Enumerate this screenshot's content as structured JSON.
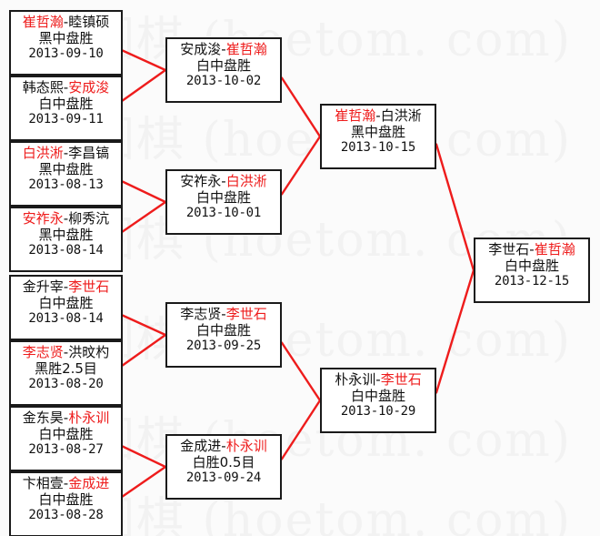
{
  "watermark": {
    "text": "围棋 (hoetom. com)",
    "color": "#f2f2f2"
  },
  "colors": {
    "winner": "#ee1c1c",
    "loser": "#111111",
    "connector": "#ee1c1c",
    "box_border": "#1a1a1a",
    "background": "#fbfbfb"
  },
  "bracket": {
    "rounds": [
      {
        "name": "round-of-16",
        "matches": [
          {
            "id": "r1m1",
            "left_player": "崔哲瀚",
            "left_is_winner": true,
            "right_player": "睦镇硕",
            "right_is_winner": false,
            "result": "黑中盘胜",
            "date": "2013-09-10"
          },
          {
            "id": "r1m2",
            "left_player": "韩态熙",
            "left_is_winner": false,
            "right_player": "安成浚",
            "right_is_winner": true,
            "result": "白中盘胜",
            "date": "2013-09-11"
          },
          {
            "id": "r1m3",
            "left_player": "白洪淅",
            "left_is_winner": true,
            "right_player": "李昌镐",
            "right_is_winner": false,
            "result": "黑中盘胜",
            "date": "2013-08-13"
          },
          {
            "id": "r1m4",
            "left_player": "安祚永",
            "left_is_winner": true,
            "right_player": "柳秀沆",
            "right_is_winner": false,
            "result": "黑中盘胜",
            "date": "2013-08-14"
          },
          {
            "id": "r1m5",
            "left_player": "金升宰",
            "left_is_winner": false,
            "right_player": "李世石",
            "right_is_winner": true,
            "result": "白中盘胜",
            "date": "2013-08-14"
          },
          {
            "id": "r1m6",
            "left_player": "李志贤",
            "left_is_winner": true,
            "right_player": "洪旼杓",
            "right_is_winner": false,
            "result": "黑胜2.5目",
            "date": "2013-08-20"
          },
          {
            "id": "r1m7",
            "left_player": "金东昊",
            "left_is_winner": false,
            "right_player": "朴永训",
            "right_is_winner": true,
            "result": "白中盘胜",
            "date": "2013-08-27"
          },
          {
            "id": "r1m8",
            "left_player": "卞相壹",
            "left_is_winner": false,
            "right_player": "金成进",
            "right_is_winner": true,
            "result": "白中盘胜",
            "date": "2013-08-28"
          }
        ]
      },
      {
        "name": "quarterfinals",
        "matches": [
          {
            "id": "r2m1",
            "left_player": "安成浚",
            "left_is_winner": false,
            "right_player": "崔哲瀚",
            "right_is_winner": true,
            "result": "白中盘胜",
            "date": "2013-10-02"
          },
          {
            "id": "r2m2",
            "left_player": "安祚永",
            "left_is_winner": false,
            "right_player": "白洪淅",
            "right_is_winner": true,
            "result": "白中盘胜",
            "date": "2013-10-01"
          },
          {
            "id": "r2m3",
            "left_player": "李志贤",
            "left_is_winner": false,
            "right_player": "李世石",
            "right_is_winner": true,
            "result": "白中盘胜",
            "date": "2013-09-25"
          },
          {
            "id": "r2m4",
            "left_player": "金成进",
            "left_is_winner": false,
            "right_player": "朴永训",
            "right_is_winner": true,
            "result": "白胜0.5目",
            "date": "2013-09-24"
          }
        ]
      },
      {
        "name": "semifinals",
        "matches": [
          {
            "id": "r3m1",
            "left_player": "崔哲瀚",
            "left_is_winner": true,
            "right_player": "白洪淅",
            "right_is_winner": false,
            "result": "黑中盘胜",
            "date": "2013-10-15"
          },
          {
            "id": "r3m2",
            "left_player": "朴永训",
            "left_is_winner": false,
            "right_player": "李世石",
            "right_is_winner": true,
            "result": "白中盘胜",
            "date": "2013-10-29"
          }
        ]
      },
      {
        "name": "final",
        "matches": [
          {
            "id": "r4m1",
            "left_player": "李世石",
            "left_is_winner": false,
            "right_player": "崔哲瀚",
            "right_is_winner": true,
            "result": "白中盘胜",
            "date": "2013-12-15"
          }
        ]
      }
    ]
  }
}
